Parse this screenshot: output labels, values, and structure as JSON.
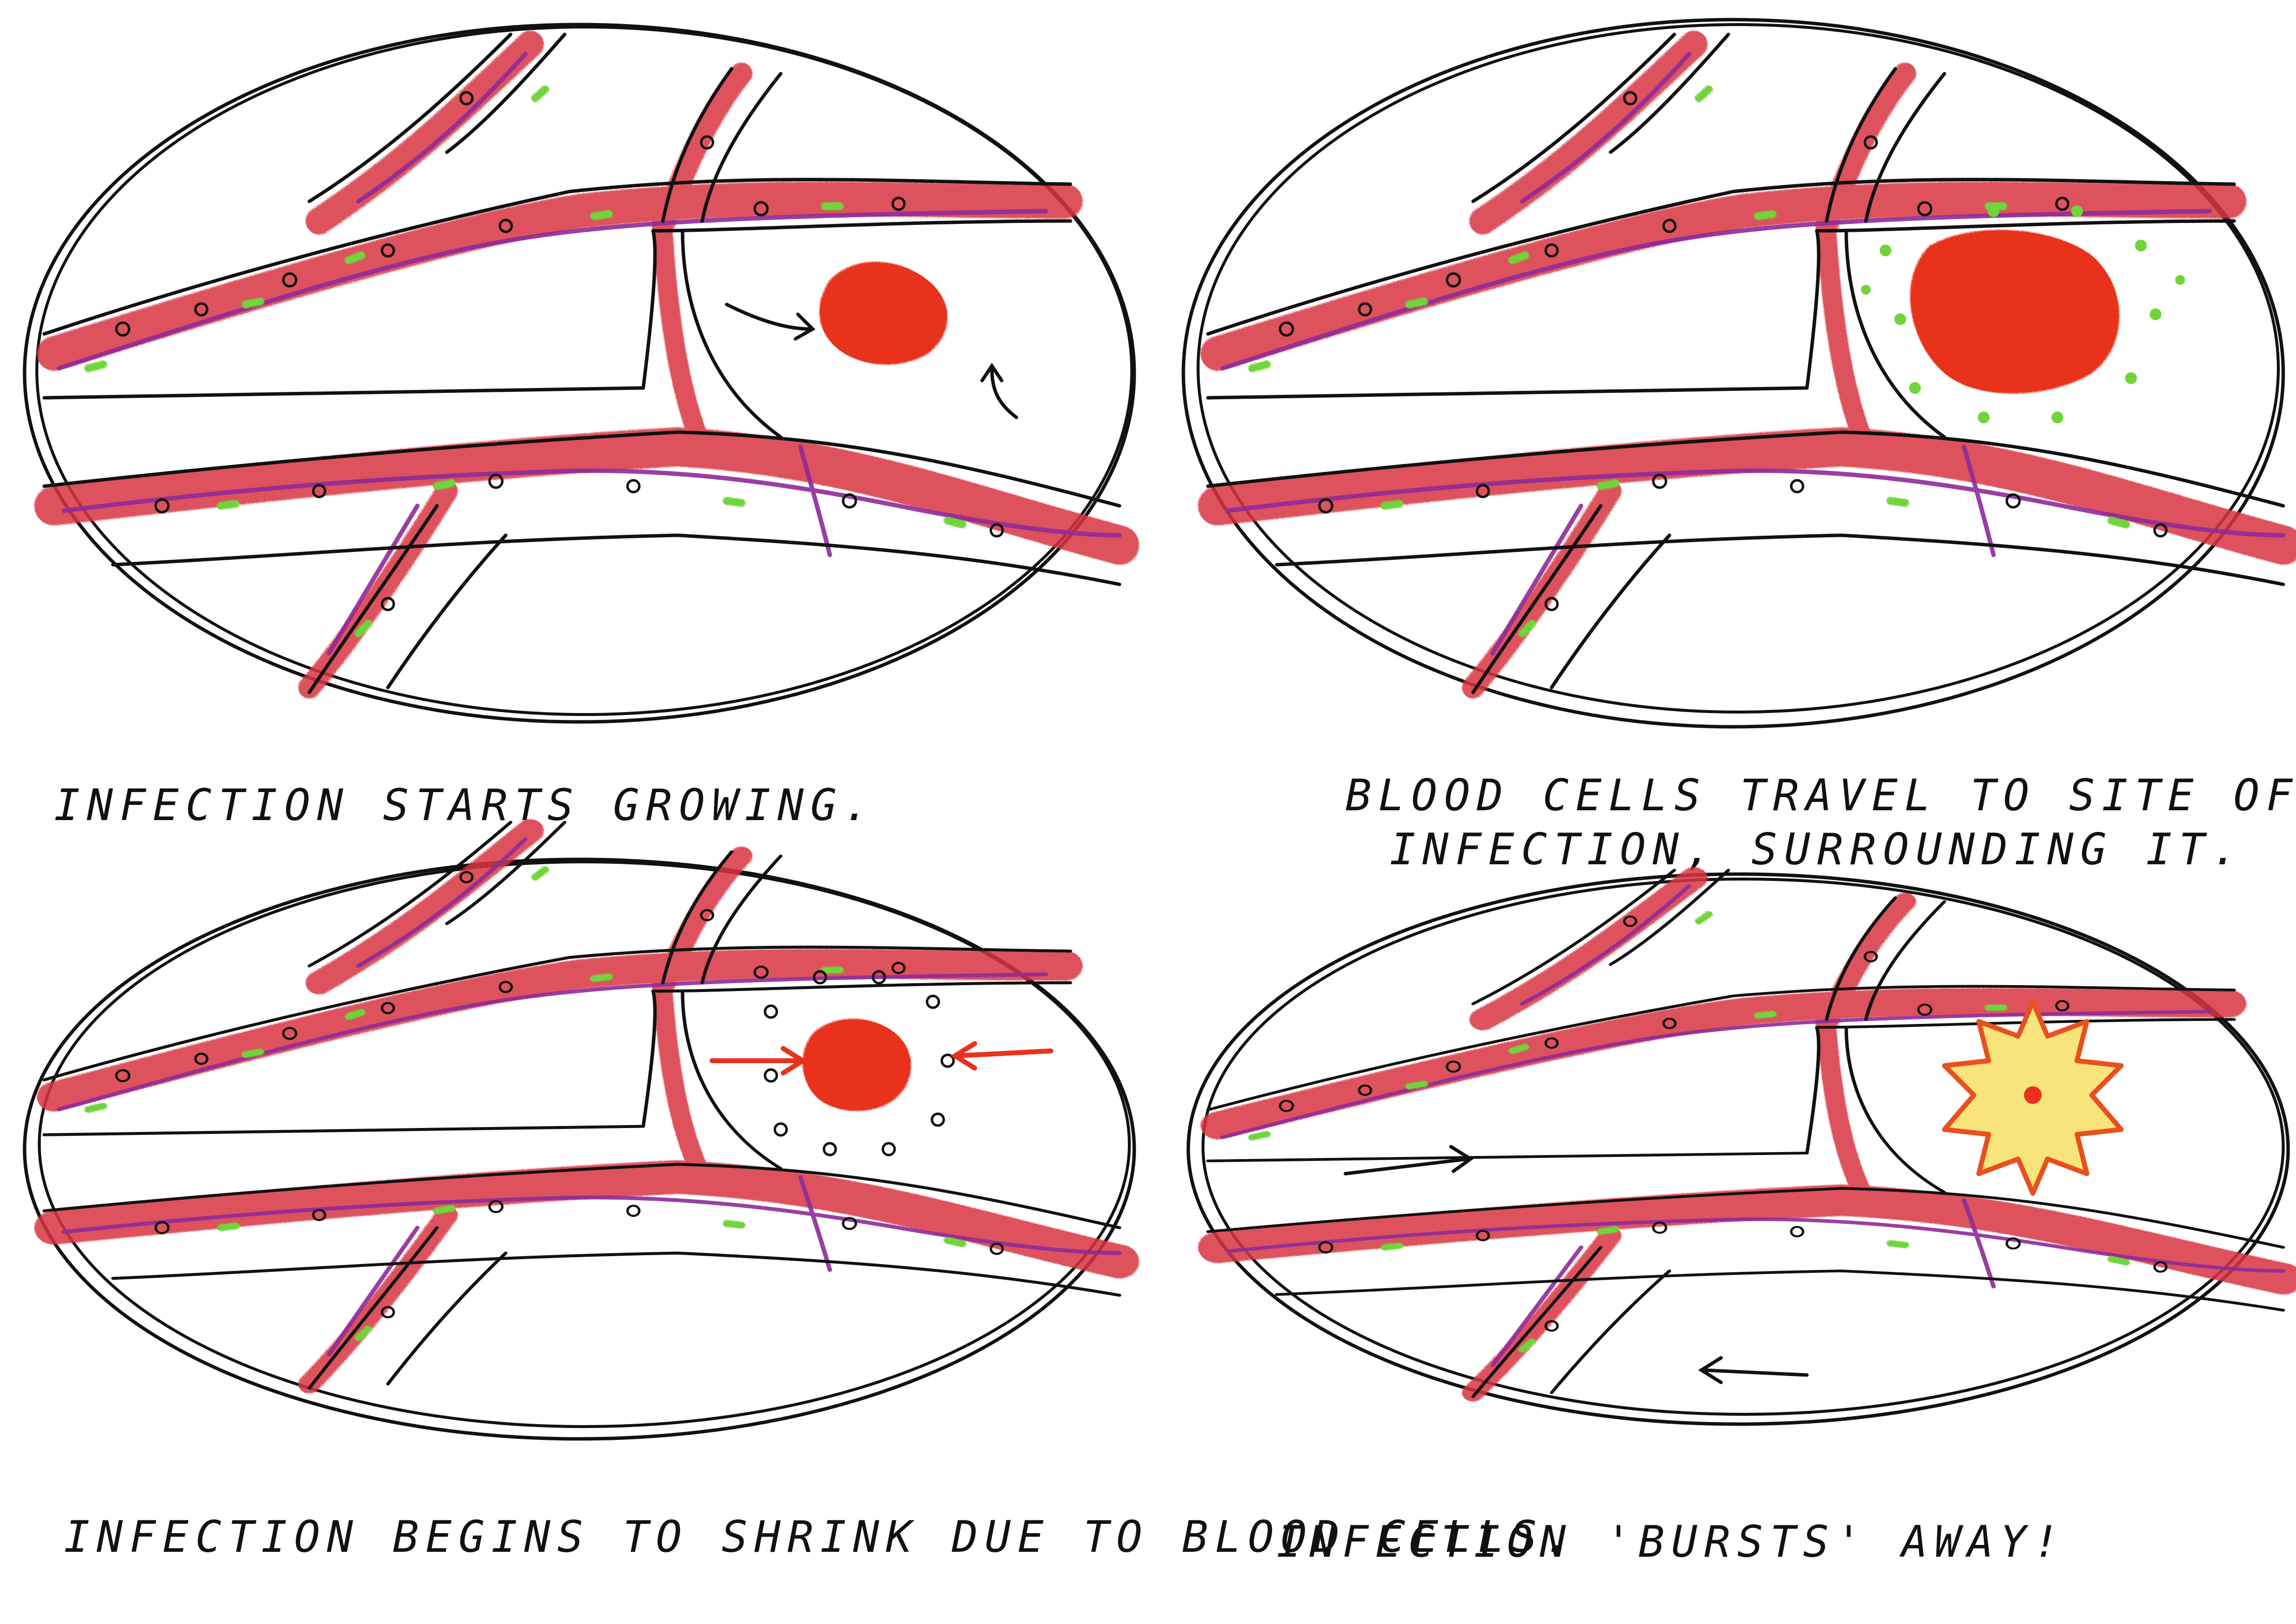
{
  "panels": [
    {
      "caption_lines": [
        "INFECTION STARTS GROWING."
      ],
      "infection_state": "growing",
      "arrow_direction": "inward"
    },
    {
      "caption_lines": [
        "BLOOD CELLS TRAVEL TO SITE OF",
        "INFECTION, SURROUNDING IT."
      ],
      "infection_state": "surrounded",
      "arrow_direction": "none"
    },
    {
      "caption_lines": [
        "INFECTION BEGINS TO SHRINK DUE TO BLOOD CELLS."
      ],
      "infection_state": "shrinking",
      "arrow_direction": "inward"
    },
    {
      "caption_lines": [
        "INFECTION 'BURSTS' AWAY!"
      ],
      "infection_state": "burst",
      "arrow_direction": "outward"
    }
  ],
  "colors": {
    "ink": "#111111",
    "vessel_red": "#d8363f",
    "vessel_purple": "#8e2a9a",
    "blood_cell_green": "#6fd53a",
    "infection_red": "#e8321f",
    "burst_yellow": "#f8e47a",
    "burst_orange": "#e8501f"
  }
}
